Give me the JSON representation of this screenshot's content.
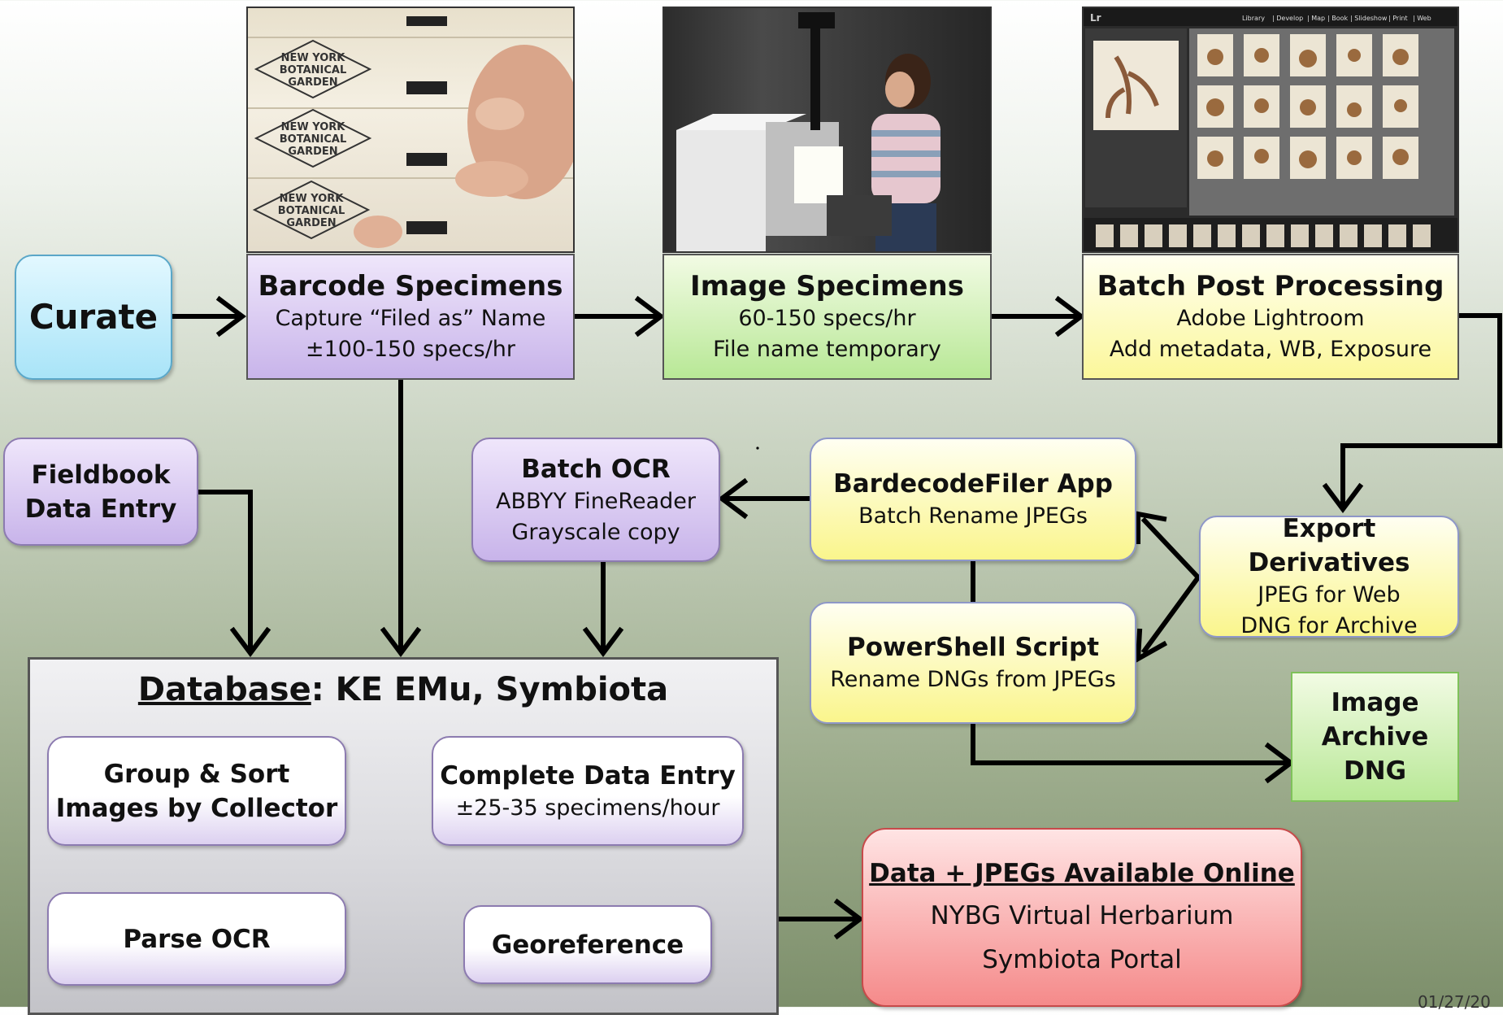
{
  "curate": "Curate",
  "barcode": {
    "title": "Barcode Specimens",
    "line1": "Capture “Filed as” Name",
    "line2": "±100-150 specs/hr"
  },
  "image": {
    "title": "Image Specimens",
    "line1": "60-150 specs/hr",
    "line2": "File name temporary"
  },
  "batch_post": {
    "title": "Batch Post Processing",
    "line1": "Adobe Lightroom",
    "line2": "Add metadata, WB, Exposure"
  },
  "fieldbook": {
    "line1": "Fieldbook",
    "line2": "Data Entry"
  },
  "batch_ocr": {
    "title": "Batch OCR",
    "line1": "ABBYY FineReader",
    "line2": "Grayscale copy"
  },
  "bardecode": {
    "title": "BardecodeFiler App",
    "line1": "Batch Rename JPEGs"
  },
  "export": {
    "title": "Export Derivatives",
    "line1": "JPEG for Web",
    "line2": "DNG for Archive"
  },
  "powershell": {
    "title": "PowerShell Script",
    "line1": "Rename DNGs from JPEGs"
  },
  "archive": {
    "line1": "Image",
    "line2": "Archive",
    "line3": "DNG"
  },
  "database": {
    "label": "Database",
    "rest": ":  KE EMu, Symbiota"
  },
  "group_sort": {
    "line1": "Group  & Sort",
    "line2": "Images by Collector"
  },
  "complete": {
    "title": "Complete Data Entry",
    "line1": "±25-35 specimens/hour"
  },
  "parse": "Parse OCR",
  "georef": "Georeference",
  "online": {
    "title": "Data + JPEGs Available Online",
    "line1": "NYBG Virtual Herbarium",
    "line2": "Symbiota Portal"
  },
  "photo1_label": "NEW YORK BOTANICAL GARDEN",
  "photo3_menu": [
    "Library",
    "Develop",
    "Map",
    "Book",
    "Slideshow",
    "Print",
    "Web"
  ],
  "date": "01/27/20"
}
